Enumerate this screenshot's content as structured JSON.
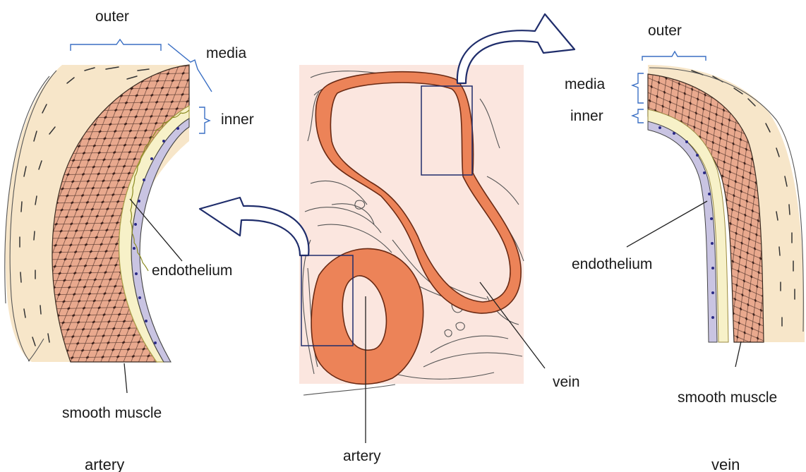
{
  "labels": {
    "artery_outer": "outer",
    "artery_media": "media",
    "artery_inner": "inner",
    "artery_endothelium": "endothelium",
    "artery_smooth_muscle": "smooth muscle",
    "artery_caption": "artery",
    "center_artery": "artery",
    "center_vein": "vein",
    "vein_outer": "outer",
    "vein_media": "media",
    "vein_inner": "inner",
    "vein_endothelium": "endothelium",
    "vein_smooth_muscle": "smooth muscle",
    "vein_caption": "vein"
  },
  "colors": {
    "adventitia": "#f7e6c9",
    "media": "#e9a98e",
    "intima": "#f7f1c8",
    "endothelium": "#c9c4e2",
    "nucleus": "#2a2a86",
    "vessel_wall": "#ec8358",
    "tissue_background": "#fbe6df",
    "arrow_outline": "#1f2d6b",
    "bracket": "#3a6fc4"
  }
}
